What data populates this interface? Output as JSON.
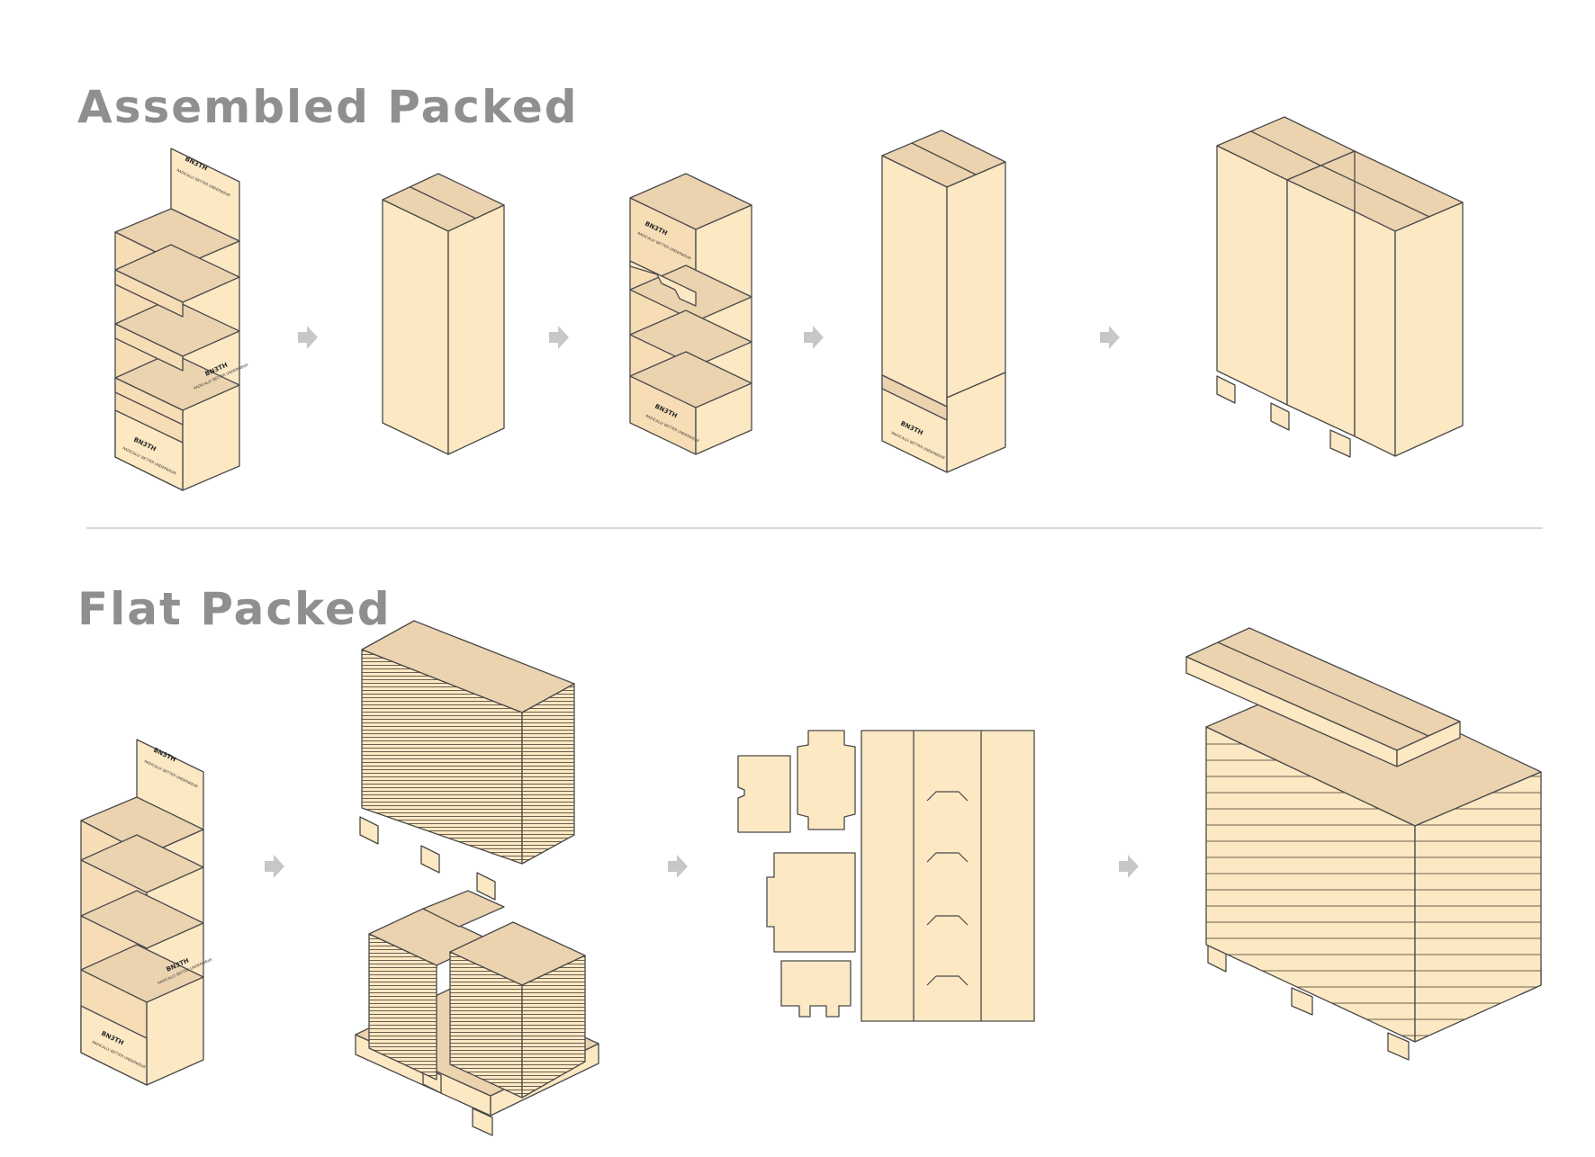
{
  "titles": {
    "assembled": "Assembled Packed",
    "flat": "Flat Packed"
  },
  "brand": {
    "logo": "BN3TH",
    "tagline": "RADICALLY BETTER UNDERWEAR"
  },
  "colors": {
    "cardboard_light": "#fce8c3",
    "cardboard_mid": "#f7ddb6",
    "cardboard_dark": "#ebd3b0",
    "outline": "#4a4a4a",
    "arrow": "#c7c7c7",
    "title": "#8f8f8f"
  },
  "icons": [
    "arrow-right-icon"
  ]
}
